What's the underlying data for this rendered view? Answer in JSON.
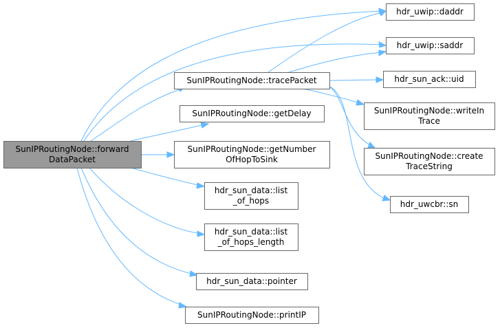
{
  "diagram": {
    "colors": {
      "root_fill": "#999999",
      "node_fill": "#ffffff",
      "border": "#666666",
      "edge": "#63b8ff",
      "text": "#000000"
    },
    "nodes": [
      {
        "id": "forward",
        "lines": [
          "SunIPRoutingNode::forward",
          "DataPacket"
        ],
        "root": true
      },
      {
        "id": "trace",
        "lines": [
          "SunIPRoutingNode::tracePacket"
        ]
      },
      {
        "id": "getdelay",
        "lines": [
          "SunIPRoutingNode::getDelay"
        ]
      },
      {
        "id": "gethops",
        "lines": [
          "SunIPRoutingNode::getNumber",
          "OfHopToSink"
        ]
      },
      {
        "id": "listhops",
        "lines": [
          "hdr_sun_data::list",
          "_of_hops"
        ]
      },
      {
        "id": "listlen",
        "lines": [
          "hdr_sun_data::list",
          "_of_hops_length"
        ]
      },
      {
        "id": "pointer",
        "lines": [
          "hdr_sun_data::pointer"
        ]
      },
      {
        "id": "printip",
        "lines": [
          "SunIPRoutingNode::printIP"
        ]
      },
      {
        "id": "daddr",
        "lines": [
          "hdr_uwip::daddr"
        ]
      },
      {
        "id": "saddr",
        "lines": [
          "hdr_uwip::saddr"
        ]
      },
      {
        "id": "uid",
        "lines": [
          "hdr_sun_ack::uid"
        ]
      },
      {
        "id": "writein",
        "lines": [
          "SunIPRoutingNode::writeIn",
          "Trace"
        ]
      },
      {
        "id": "create",
        "lines": [
          "SunIPRoutingNode::create",
          "TraceString"
        ]
      },
      {
        "id": "sn",
        "lines": [
          "hdr_uwcbr::sn"
        ]
      }
    ],
    "edges": [
      {
        "from": "forward",
        "to": "daddr"
      },
      {
        "from": "forward",
        "to": "saddr"
      },
      {
        "from": "forward",
        "to": "trace"
      },
      {
        "from": "forward",
        "to": "getdelay"
      },
      {
        "from": "forward",
        "to": "gethops"
      },
      {
        "from": "forward",
        "to": "listhops"
      },
      {
        "from": "forward",
        "to": "listlen"
      },
      {
        "from": "forward",
        "to": "pointer"
      },
      {
        "from": "forward",
        "to": "printip"
      },
      {
        "from": "trace",
        "to": "daddr"
      },
      {
        "from": "trace",
        "to": "saddr"
      },
      {
        "from": "trace",
        "to": "uid"
      },
      {
        "from": "trace",
        "to": "writein"
      },
      {
        "from": "trace",
        "to": "create"
      },
      {
        "from": "trace",
        "to": "sn"
      }
    ]
  }
}
